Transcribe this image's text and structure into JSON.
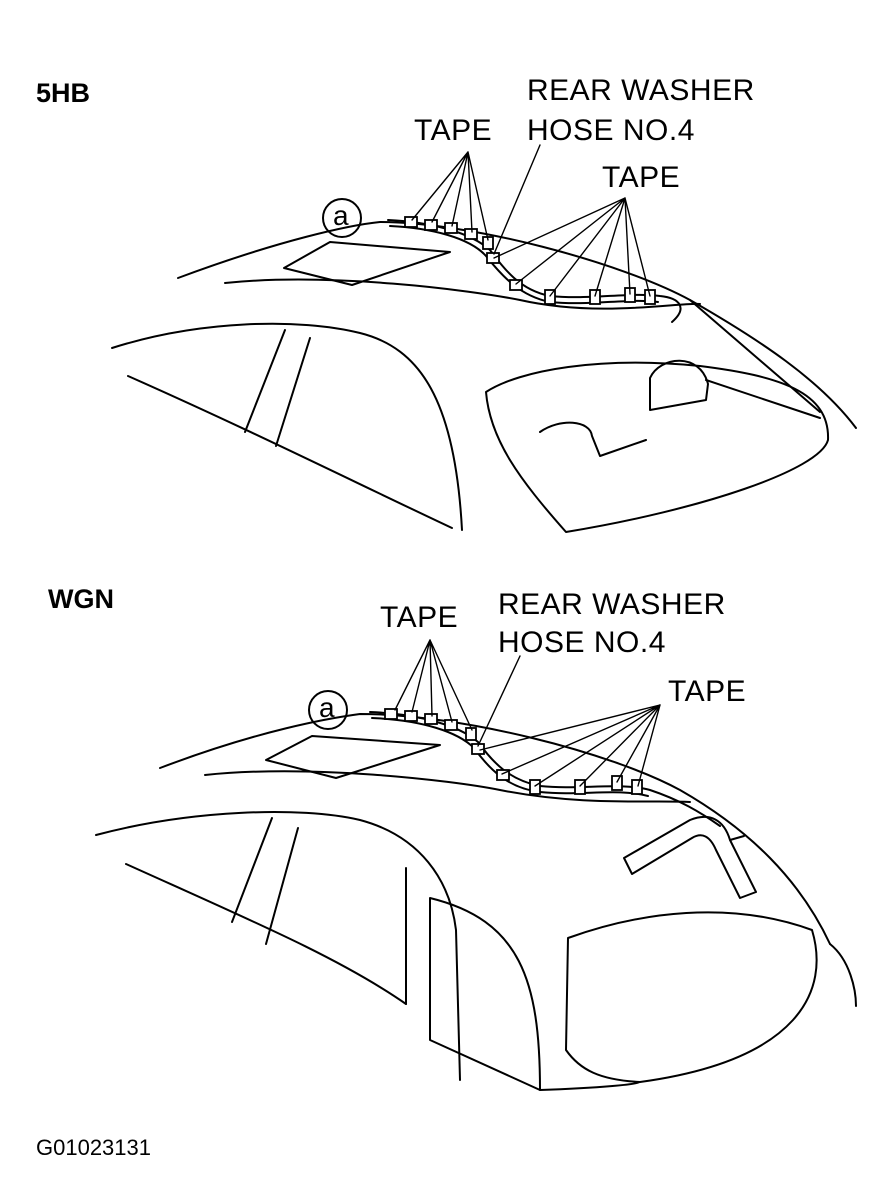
{
  "colors": {
    "ink": "#000000",
    "background": "#ffffff"
  },
  "views": [
    {
      "title": "5HB",
      "tape_left": "TAPE",
      "hose_line1": "REAR WASHER",
      "hose_line2": "HOSE NO.4",
      "tape_right": "TAPE",
      "marker": "a"
    },
    {
      "title": "WGN",
      "tape_left": "TAPE",
      "hose_line1": "REAR WASHER",
      "hose_line2": "HOSE NO.4",
      "tape_right": "TAPE",
      "marker": "a"
    }
  ],
  "figure_code": "G01023131"
}
